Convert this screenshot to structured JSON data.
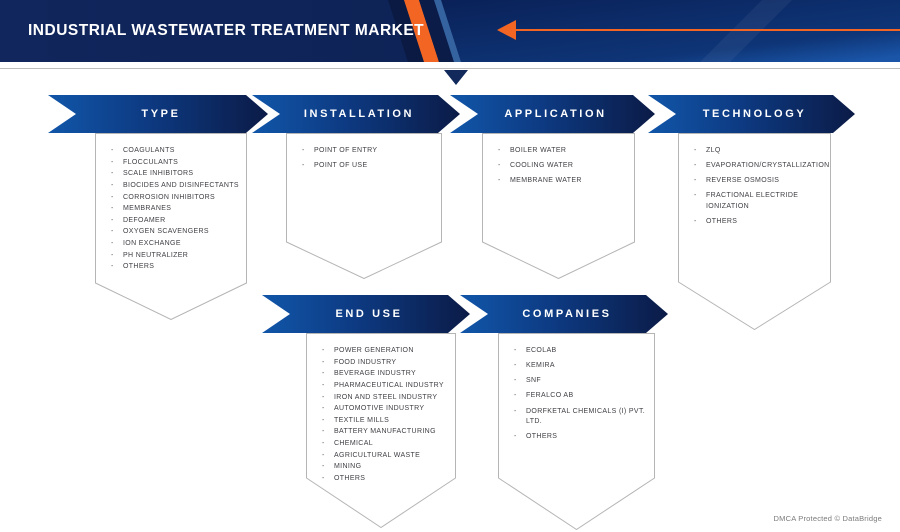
{
  "header": {
    "title": "INDUSTRIAL WASTEWATER TREATMENT MARKET",
    "accent_color": "#f26522",
    "navy_color": "#0e2355",
    "banner_gradient_start": "#1156a9",
    "banner_gradient_end": "#0b1b47"
  },
  "sections": [
    {
      "id": "type",
      "label": "TYPE",
      "items": [
        "COAGULANTS",
        "FLOCCULANTS",
        "SCALE INHIBITORS",
        "BIOCIDES AND DISINFECTANTS",
        "CORROSION INHIBITORS",
        "MEMBRANES",
        "DEFOAMER",
        "OXYGEN SCAVENGERS",
        "ION EXCHANGE",
        "PH NEUTRALIZER",
        "OTHERS"
      ]
    },
    {
      "id": "installation",
      "label": "INSTALLATION",
      "items": [
        "POINT OF ENTRY",
        "POINT OF USE"
      ]
    },
    {
      "id": "application",
      "label": "APPLICATION",
      "items": [
        "BOILER WATER",
        "COOLING WATER",
        "MEMBRANE WATER"
      ]
    },
    {
      "id": "technology",
      "label": "TECHNOLOGY",
      "items": [
        "ZLQ",
        "EVAPORATION/CRYSTALLIZATION",
        "REVERSE OSMOSIS",
        "FRACTIONAL ELECTRIDE IONIZATION",
        "OTHERS"
      ]
    },
    {
      "id": "end-use",
      "label": "END USE",
      "items": [
        "POWER GENERATION",
        "FOOD INDUSTRY",
        "BEVERAGE INDUSTRY",
        "PHARMACEUTICAL INDUSTRY",
        "IRON AND STEEL INDUSTRY",
        "AUTOMOTIVE INDUSTRY",
        "TEXTILE MILLS",
        "BATTERY MANUFACTURING",
        "CHEMICAL",
        "AGRICULTURAL WASTE",
        "MINING",
        "OTHERS"
      ]
    },
    {
      "id": "companies",
      "label": "COMPANIES",
      "items": [
        "ECOLAB",
        "KEMIRA",
        "SNF",
        "FERALCO AB",
        "DORFKETAL CHEMICALS (I) PVT. LTD.",
        "OTHERS"
      ]
    }
  ],
  "footer": {
    "dmca": "DMCA Protected © DataBridge"
  }
}
